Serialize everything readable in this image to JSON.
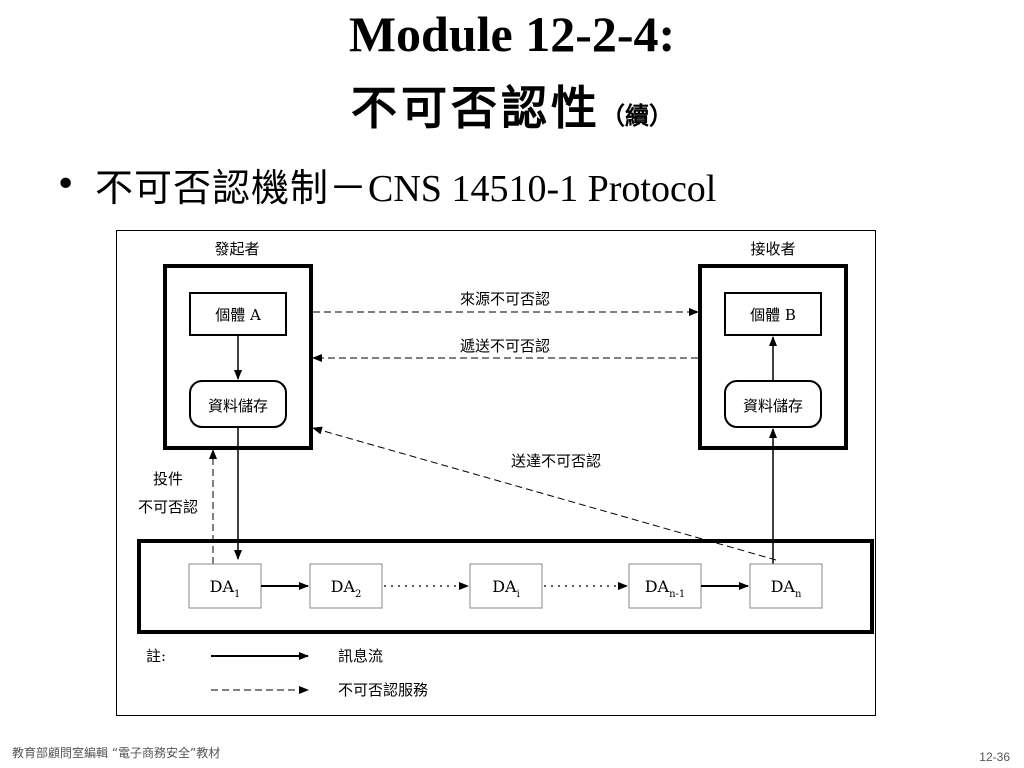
{
  "title": {
    "line1": "Module 12-2-4:",
    "line2": "不可否認性",
    "line2_suffix": "（續）"
  },
  "bullet": {
    "symbol": "•",
    "text_zh": "不可否認機制－",
    "text_en": "CNS 14510-1 Protocol"
  },
  "diagram": {
    "originator_label": "發起者",
    "recipient_label": "接收者",
    "entity_a": "個體 A",
    "entity_b": "個體 B",
    "storage_a": "資料儲存",
    "storage_b": "資料儲存",
    "nro_label": "來源不可否認",
    "nrs_label": "遞送不可否認",
    "nrd_label": "送達不可否認",
    "nrsub_label_line1": "投件",
    "nrsub_label_line2": "不可否認",
    "da_nodes": [
      {
        "base": "DA",
        "sub": "1"
      },
      {
        "base": "DA",
        "sub": "2"
      },
      {
        "base": "DA",
        "sub": "i"
      },
      {
        "base": "DA",
        "sub": "n-1"
      },
      {
        "base": "DA",
        "sub": "n"
      }
    ],
    "legend": {
      "note_label": "註:",
      "solid_label": "訊息流",
      "dashed_label": "不可否認服務"
    }
  },
  "footer": {
    "left": "教育部顧問室編輯 “電子商務安全”教材",
    "right": "12-36"
  }
}
